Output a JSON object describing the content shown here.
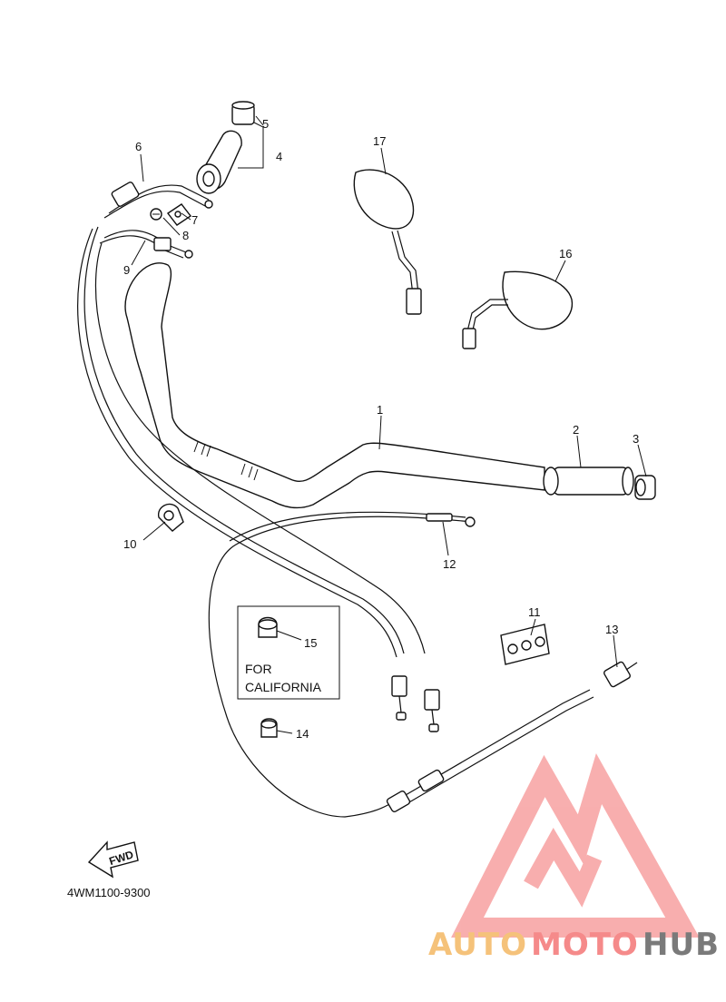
{
  "diagram": {
    "callouts": [
      {
        "id": "1",
        "text": "1"
      },
      {
        "id": "2",
        "text": "2"
      },
      {
        "id": "3",
        "text": "3"
      },
      {
        "id": "4",
        "text": "4"
      },
      {
        "id": "5",
        "text": "5"
      },
      {
        "id": "6",
        "text": "6"
      },
      {
        "id": "7",
        "text": "7"
      },
      {
        "id": "8",
        "text": "8"
      },
      {
        "id": "9",
        "text": "9"
      },
      {
        "id": "10",
        "text": "10"
      },
      {
        "id": "11",
        "text": "11"
      },
      {
        "id": "12",
        "text": "12"
      },
      {
        "id": "13",
        "text": "13"
      },
      {
        "id": "14",
        "text": "14"
      },
      {
        "id": "15",
        "text": "15"
      },
      {
        "id": "16",
        "text": "16"
      },
      {
        "id": "17",
        "text": "17"
      }
    ],
    "california_box": {
      "line1": "FOR",
      "line2": "CALIFORNIA"
    },
    "forward_arrow": "FWD",
    "diagram_code": "4WM1100-9300"
  },
  "watermark": {
    "part1": "AUTO",
    "part2": "MOTO",
    "part3": "HUB",
    "colors": {
      "auto": "#f5c27a",
      "moto": "#f58a8a",
      "hub": "#7a7a7a",
      "logo": "#f7a1a1"
    }
  }
}
